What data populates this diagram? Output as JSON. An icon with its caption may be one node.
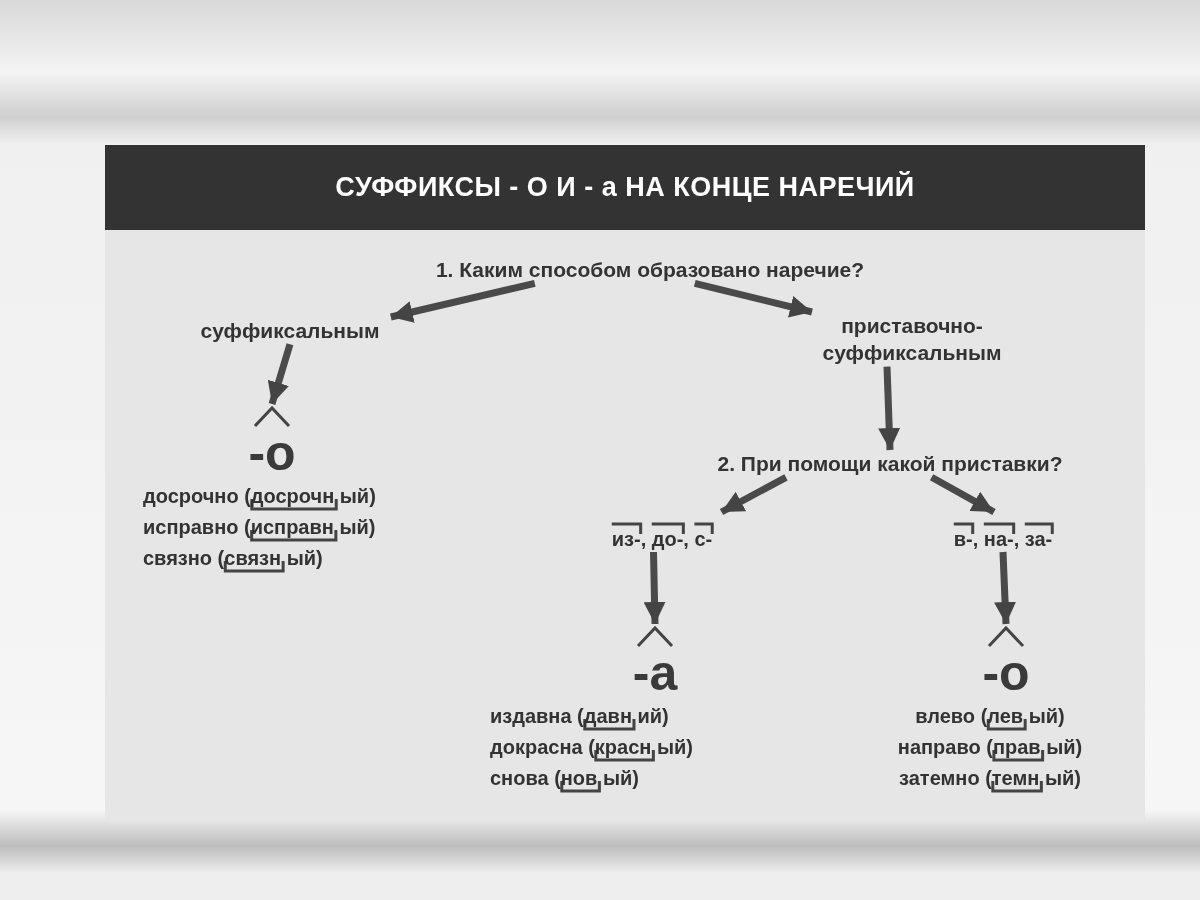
{
  "diagram": {
    "title": "СУФФИКСЫ - О И - а НА КОНЦЕ НАРЕЧИЙ",
    "nodes": [
      {
        "text": [
          "1. Каким способом образовано наречие?"
        ]
      },
      {
        "text": [
          "суффиксальным"
        ]
      },
      {
        "text": [
          "приставочно- суффиксальным"
        ]
      },
      {
        "text": [
          "-о"
        ],
        "beside": [
          "досрочно (досрочн ый)",
          "исправно (исправн ый)",
          "связно (связн ый)"
        ]
      },
      {
        "text": [
          "2. При помощи какой приставки?"
        ]
      },
      {
        "text": [
          "из-, до-, с-"
        ]
      },
      {
        "text": [
          "в-, на-, за-"
        ]
      },
      {
        "text": [
          "-а"
        ],
        "beside": [
          "издавна (давн ий)",
          "докрасна (красн ый)",
          "снова (нов ый)"
        ]
      },
      {
        "text": [
          "-о"
        ],
        "beside": [
          "влево (лев ый)",
          "направо (прав ый)",
          "затемно (темн ый)"
        ]
      }
    ],
    "edges": [
      {
        "from": 0,
        "to": 1,
        "arrow": "to"
      },
      {
        "from": 0,
        "to": 2,
        "arrow": "to"
      },
      {
        "from": 1,
        "to": 3,
        "arrow": "to"
      },
      {
        "from": 2,
        "to": 4,
        "arrow": "to"
      },
      {
        "from": 4,
        "to": 5,
        "arrow": "to"
      },
      {
        "from": 4,
        "to": 6,
        "arrow": "to"
      },
      {
        "from": 5,
        "to": 7,
        "arrow": "to"
      },
      {
        "from": 6,
        "to": 8,
        "arrow": "to"
      }
    ]
  }
}
